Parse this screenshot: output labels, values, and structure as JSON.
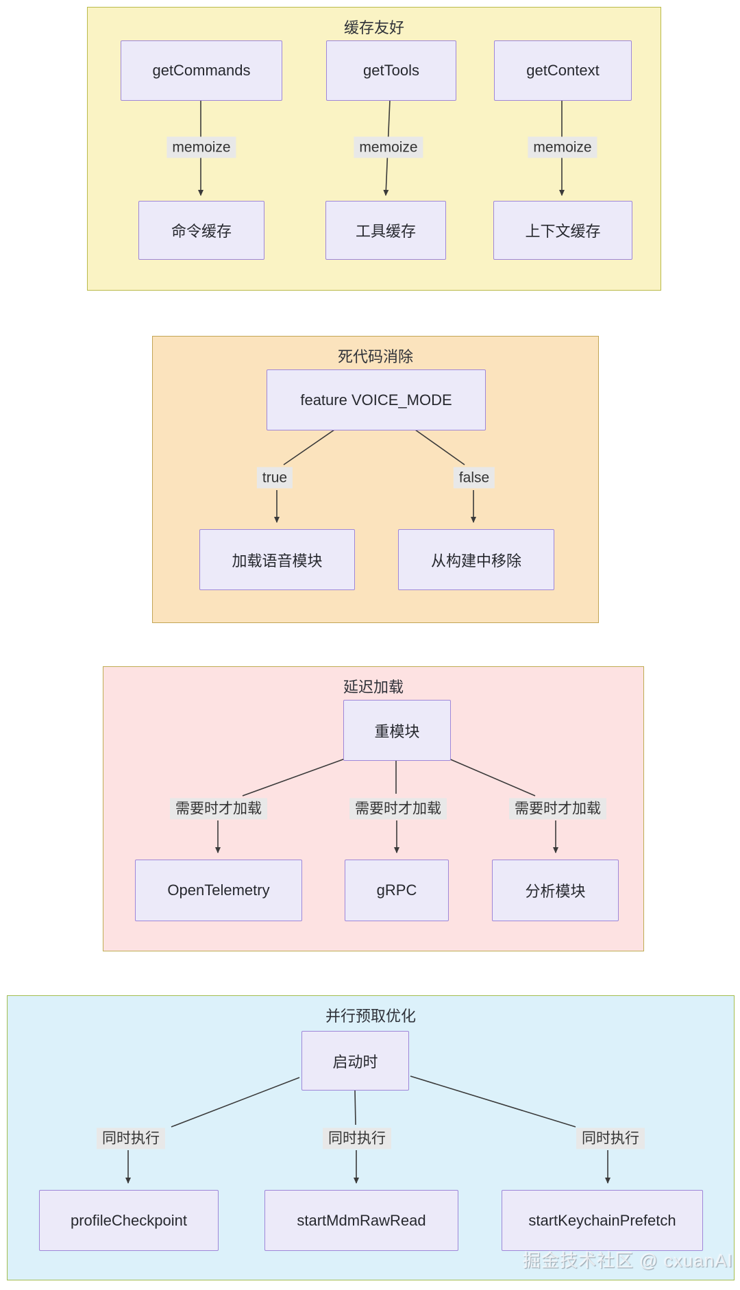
{
  "diagram_type": "flowchart",
  "colors": {
    "section1_bg": "#FAF3C4",
    "section1_border": "#B9B94A",
    "section2_bg": "#FBE3BD",
    "section2_border": "#C2A554",
    "section3_bg": "#FDE2E2",
    "section3_border": "#BFAC52",
    "section4_bg": "#DCF1FA",
    "section4_border": "#A3BD4E",
    "node_bg": "#ECEAF9",
    "node_border": "#9E86D8",
    "edge_label_bg": "#E8E8E8",
    "edge_color": "#3A3A3A",
    "text": "#24292F"
  },
  "sections": [
    {
      "title": "缓存友好",
      "nodes": [
        "getCommands",
        "getTools",
        "getContext",
        "命令缓存",
        "工具缓存",
        "上下文缓存"
      ],
      "edge_labels": [
        "memoize",
        "memoize",
        "memoize"
      ],
      "edges": [
        {
          "from": "getCommands",
          "label": "memoize",
          "to": "命令缓存"
        },
        {
          "from": "getTools",
          "label": "memoize",
          "to": "工具缓存"
        },
        {
          "from": "getContext",
          "label": "memoize",
          "to": "上下文缓存"
        }
      ]
    },
    {
      "title": "死代码消除",
      "nodes": [
        "feature VOICE_MODE",
        "加载语音模块",
        "从构建中移除"
      ],
      "edge_labels": [
        "true",
        "false"
      ],
      "edges": [
        {
          "from": "feature VOICE_MODE",
          "label": "true",
          "to": "加载语音模块"
        },
        {
          "from": "feature VOICE_MODE",
          "label": "false",
          "to": "从构建中移除"
        }
      ]
    },
    {
      "title": "延迟加载",
      "nodes": [
        "重模块",
        "OpenTelemetry",
        "gRPC",
        "分析模块"
      ],
      "edge_labels": [
        "需要时才加载",
        "需要时才加载",
        "需要时才加载"
      ],
      "edges": [
        {
          "from": "重模块",
          "label": "需要时才加载",
          "to": "OpenTelemetry"
        },
        {
          "from": "重模块",
          "label": "需要时才加载",
          "to": "gRPC"
        },
        {
          "from": "重模块",
          "label": "需要时才加载",
          "to": "分析模块"
        }
      ]
    },
    {
      "title": "并行预取优化",
      "nodes": [
        "启动时",
        "profileCheckpoint",
        "startMdmRawRead",
        "startKeychainPrefetch"
      ],
      "edge_labels": [
        "同时执行",
        "同时执行",
        "同时执行"
      ],
      "edges": [
        {
          "from": "启动时",
          "label": "同时执行",
          "to": "profileCheckpoint"
        },
        {
          "from": "启动时",
          "label": "同时执行",
          "to": "startMdmRawRead"
        },
        {
          "from": "启动时",
          "label": "同时执行",
          "to": "startKeychainPrefetch"
        }
      ]
    }
  ],
  "watermark": "掘金技术社区 @ cxuanAI"
}
